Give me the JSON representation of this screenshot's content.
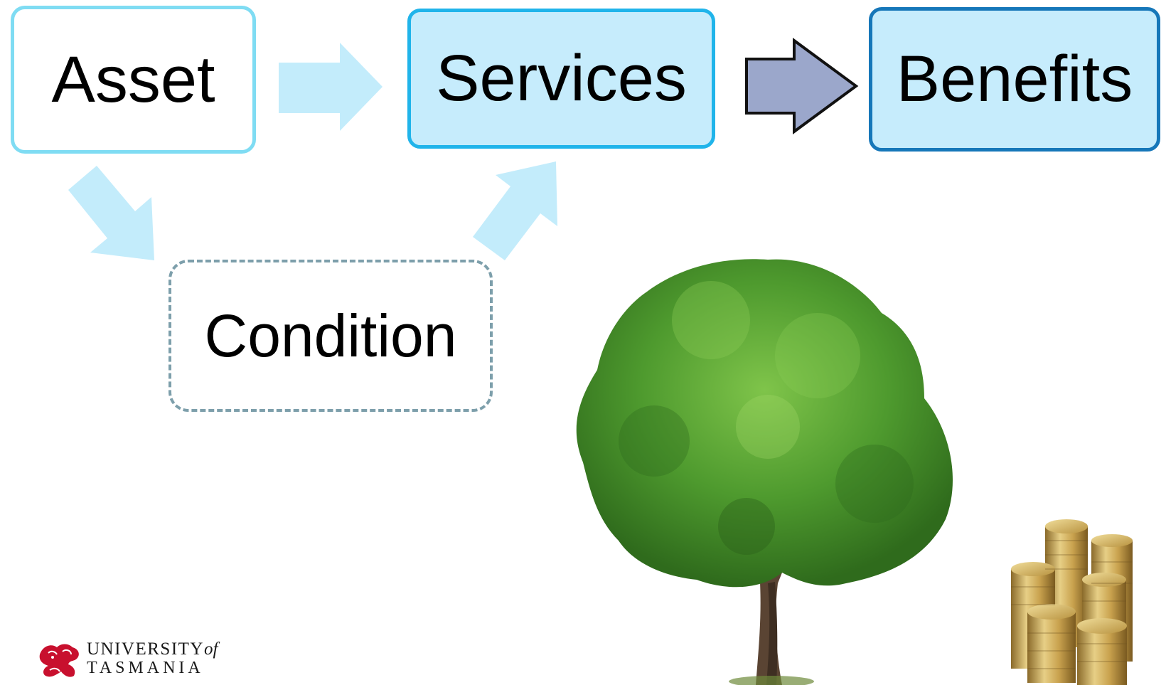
{
  "diagram": {
    "boxes": {
      "asset": "Asset",
      "services": "Services",
      "benefits": "Benefits",
      "condition": "Condition"
    }
  },
  "logo": {
    "line1": "UNIVERSITY",
    "line1_suffix": "of",
    "line2": "TASMANIA"
  },
  "colors": {
    "light_arrow": "#c3ecfb",
    "dark_arrow": "#9ba7cb",
    "box_fill": "#c6ecfc",
    "asset_border": "#7fdcf3",
    "services_border": "#20b4ea",
    "benefits_border": "#1677b9",
    "condition_border": "#7d9fab",
    "logo_red": "#c8102e"
  },
  "images": {
    "tree": "tree-photo",
    "coins": "coin-stacks-photo"
  }
}
